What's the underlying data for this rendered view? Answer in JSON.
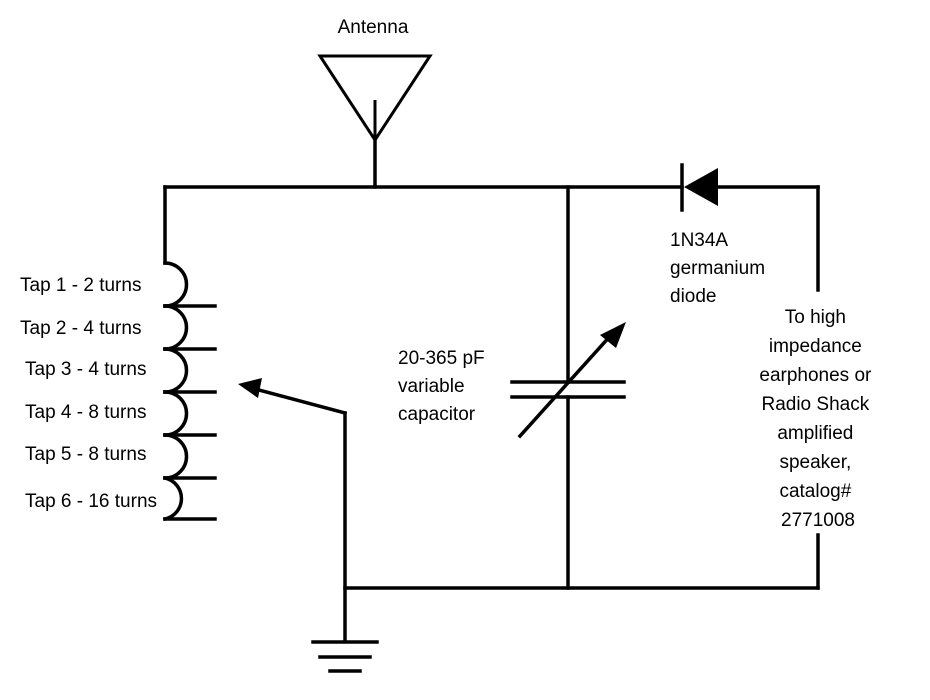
{
  "antenna": {
    "label": "Antenna"
  },
  "coil": {
    "taps": [
      "Tap 1 - 2 turns",
      "Tap 2 - 4 turns",
      "Tap 3 - 4 turns",
      "Tap 4 - 8 turns",
      "Tap 5 - 8 turns",
      "Tap 6 - 16 turns"
    ]
  },
  "capacitor": {
    "label_lines": [
      "20-365 pF",
      "variable",
      "capacitor"
    ]
  },
  "diode": {
    "label_lines": [
      "1N34A",
      "germanium",
      "diode"
    ]
  },
  "output": {
    "label_lines": [
      "To high",
      "impedance",
      "earphones or",
      "Radio Shack",
      "amplified",
      "speaker,",
      "catalog#",
      "2771008"
    ]
  },
  "colors": {
    "line": "#000000",
    "background": "#ffffff"
  }
}
